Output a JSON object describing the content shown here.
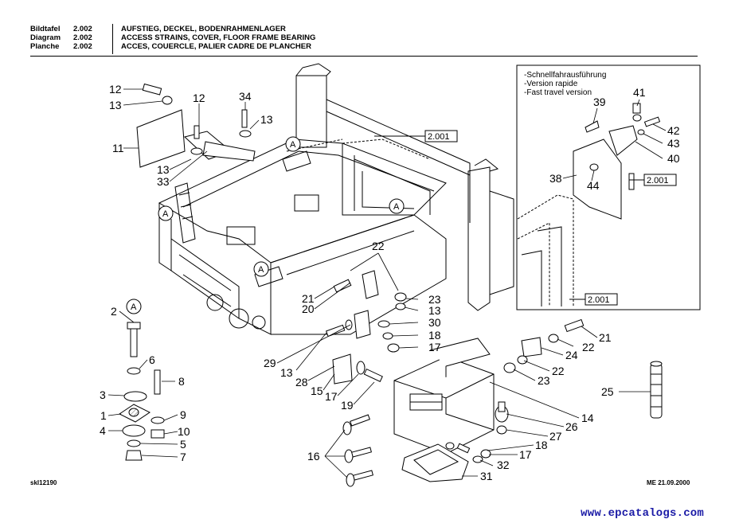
{
  "header": {
    "rows": [
      {
        "label": "Bildtafel",
        "number": "2.002",
        "title": "AUFSTIEG, DECKEL, BODENRAHMENLAGER"
      },
      {
        "label": "Diagram",
        "number": "2.002",
        "title": "ACCESS STRAINS, COVER, FLOOR FRAME BEARING"
      },
      {
        "label": "Planche",
        "number": "2.002",
        "title": "ACCES, COUERCLE, PALIER CADRE DE PLANCHER"
      }
    ]
  },
  "inset": {
    "notes": [
      "-Schnellfahrausführung",
      "-Version rapide",
      "-Fast travel version"
    ],
    "ref_box_top": "2.001",
    "ref_box_bottom": "2.001",
    "callouts": [
      "41",
      "39",
      "42",
      "43",
      "40",
      "38",
      "44"
    ]
  },
  "main": {
    "ref_box": "2.001",
    "circle_marker": "A",
    "callouts": {
      "c12a": "12",
      "c13a": "13",
      "c11": "11",
      "c12b": "12",
      "c13b": "13",
      "c33": "33",
      "c34": "34",
      "c13c": "13",
      "c22a": "22",
      "c21a": "21",
      "c20": "20",
      "c23a": "23",
      "c13d": "13",
      "c30": "30",
      "c18a": "18",
      "c17a": "17",
      "c29": "29",
      "c13e": "13",
      "c28": "28",
      "c15": "15",
      "c17b": "17",
      "c19": "19",
      "c16": "16",
      "c2": "2",
      "c6": "6",
      "c8": "8",
      "c3": "3",
      "c1": "1",
      "c9": "9",
      "c4": "4",
      "c10": "10",
      "c5": "5",
      "c7": "7",
      "c21b": "21",
      "c22b": "22",
      "c24": "24",
      "c22c": "22",
      "c23b": "23",
      "c14": "14",
      "c26": "26",
      "c27": "27",
      "c18b": "18",
      "c17c": "17",
      "c32": "32",
      "c31": "31",
      "c25": "25"
    }
  },
  "footer": {
    "left_code": "skl12190",
    "right_code": "ME 21.09.2000",
    "watermark": "www.epcatalogs.com"
  }
}
